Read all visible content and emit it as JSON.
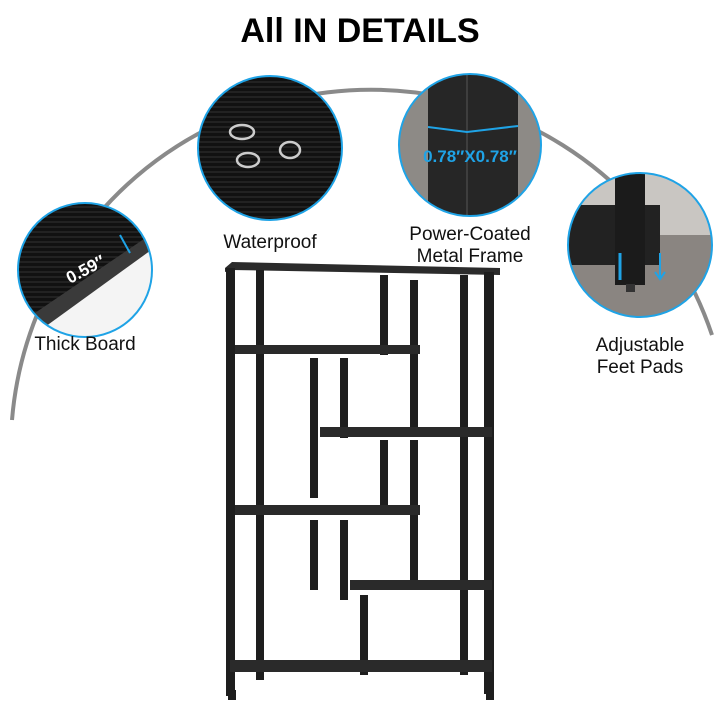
{
  "title": "All IN DETAILS",
  "features": [
    {
      "label": "Thick Board",
      "measure": "0.59″"
    },
    {
      "label": "Waterproof"
    },
    {
      "label": "Power-Coated",
      "label2": "Metal Frame",
      "measure": "0.78″X0.78″"
    },
    {
      "label": "Adjustable",
      "label2": "Feet Pads"
    }
  ],
  "colors": {
    "accent": "#1fa3e6",
    "arc": "#8a8a8a",
    "frame": "#1e1e1e"
  }
}
